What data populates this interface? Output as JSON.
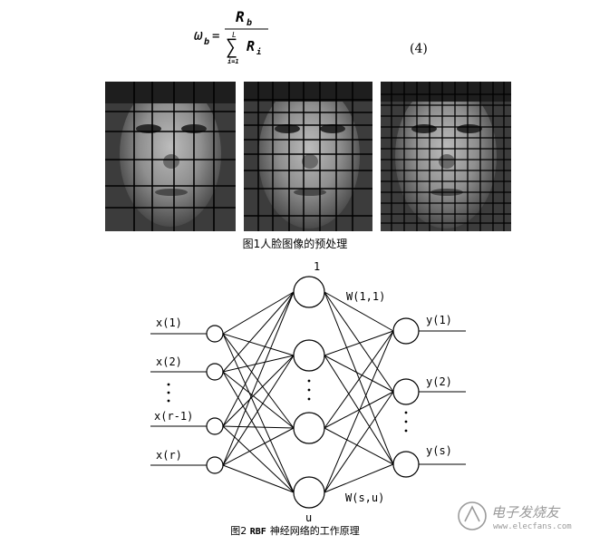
{
  "equation": {
    "lhs": "ω",
    "lhs_sub": "b",
    "num": "R",
    "num_sub": "b",
    "sum_top": "L",
    "sum_bottom": "i=1",
    "den": "R",
    "den_sub": "i",
    "number": "(4)"
  },
  "figure1": {
    "caption": "图1人脸图像的预处理"
  },
  "figure2": {
    "caption_prefix": "图2",
    "caption_rbf": "RBF",
    "caption_rest": "神经网络的工作原理",
    "inputs": [
      "x(1)",
      "x(2)",
      "x(r-1)",
      "x(r)"
    ],
    "outputs": [
      "y(1)",
      "y(2)",
      "y(s)"
    ],
    "hidden_top": "1",
    "hidden_bottom": "u",
    "weight_top": "W(1,1)",
    "weight_bottom": "W(s,u)"
  },
  "watermark": {
    "text": "电子发烧友",
    "url": "www.elecfans.com"
  },
  "colors": {
    "ink": "#000000",
    "watermark": "#9a9a9a"
  }
}
